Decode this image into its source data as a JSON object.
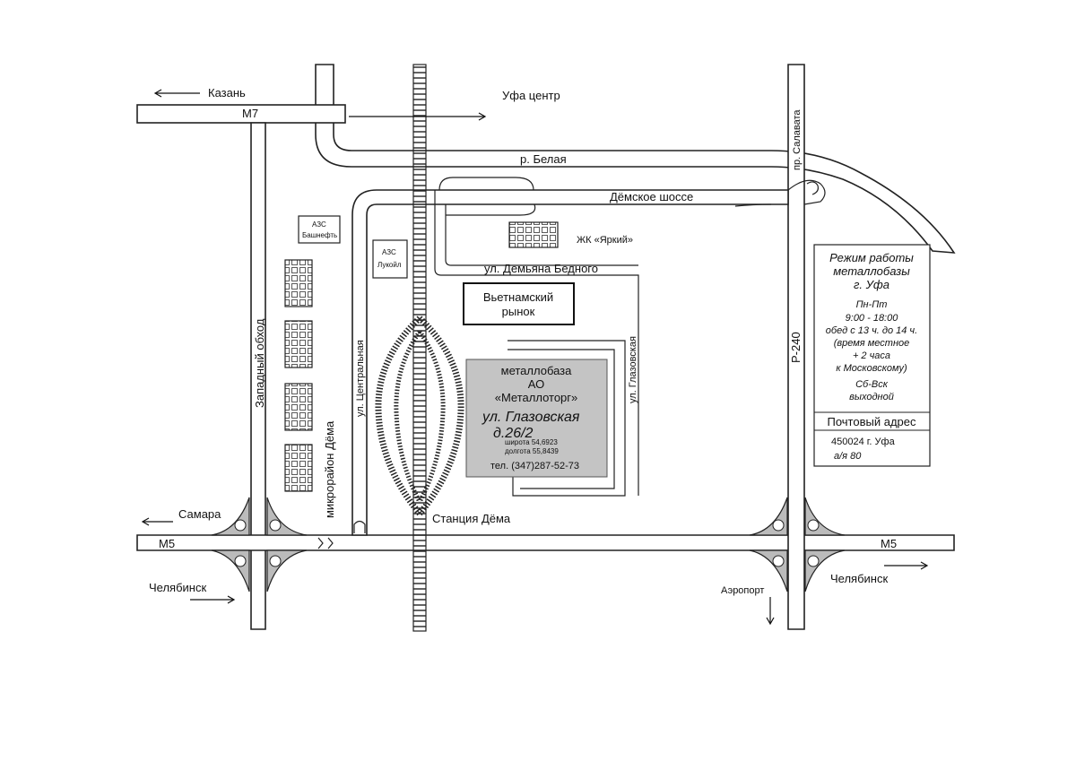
{
  "roads": {
    "m7": "М7",
    "m5_left": "М5",
    "m5_right": "М5",
    "r240": "Р-240",
    "salavata": "пр. Салавата",
    "zapadny": "Западный обход",
    "tsentralnaya": "ул. Центральная",
    "demskoe": "Дёмское шоссе",
    "bednogo": "ул. Демьяна Бедного",
    "glazovskaya": "ул. Глазовская",
    "river": "р. Белая"
  },
  "directions": {
    "kazan": "Казань",
    "ufa_center": "Уфа центр",
    "samara": "Самара",
    "chelyabinsk_left": "Челябинск",
    "chelyabinsk_right": "Челябинск",
    "airport": "Аэропорт"
  },
  "places": {
    "azs_bashneft_1": "АЗС",
    "azs_bashneft_2": "Башнефть",
    "azs_lukoil_1": "АЗС",
    "azs_lukoil_2": "Лукойл",
    "zhk": "ЖК «Яркий»",
    "market_1": "Вьетнамский",
    "market_2": "рынок",
    "mikrorayon": "микрорайон Дёма",
    "station": "Станция Дёма"
  },
  "metallobaza": {
    "line1": "металлобаза",
    "line2": "АО",
    "line3": "«Металлоторг»",
    "street": "ул. Глазовская",
    "house": "д.26/2",
    "lat": "широта 54,6923",
    "lon": "долгота 55,8439",
    "phone": "тел. (347)287-52-73"
  },
  "info": {
    "title1": "Режим работы",
    "title2": "металлобазы",
    "title3": "г. Уфа",
    "weekdays": "Пн-Пт",
    "hours": "9:00 - 18:00",
    "lunch": "обед с 13 ч. до 14 ч.",
    "note1": "(время местное",
    "note2": "+ 2 часа",
    "note3": "к Московскому)",
    "weekend": "Сб-Вск",
    "weekend_status": "выходной",
    "postal_title": "Почтовый адрес",
    "postal_line1": "450024 г. Уфа",
    "postal_line2": "а/я 80"
  }
}
